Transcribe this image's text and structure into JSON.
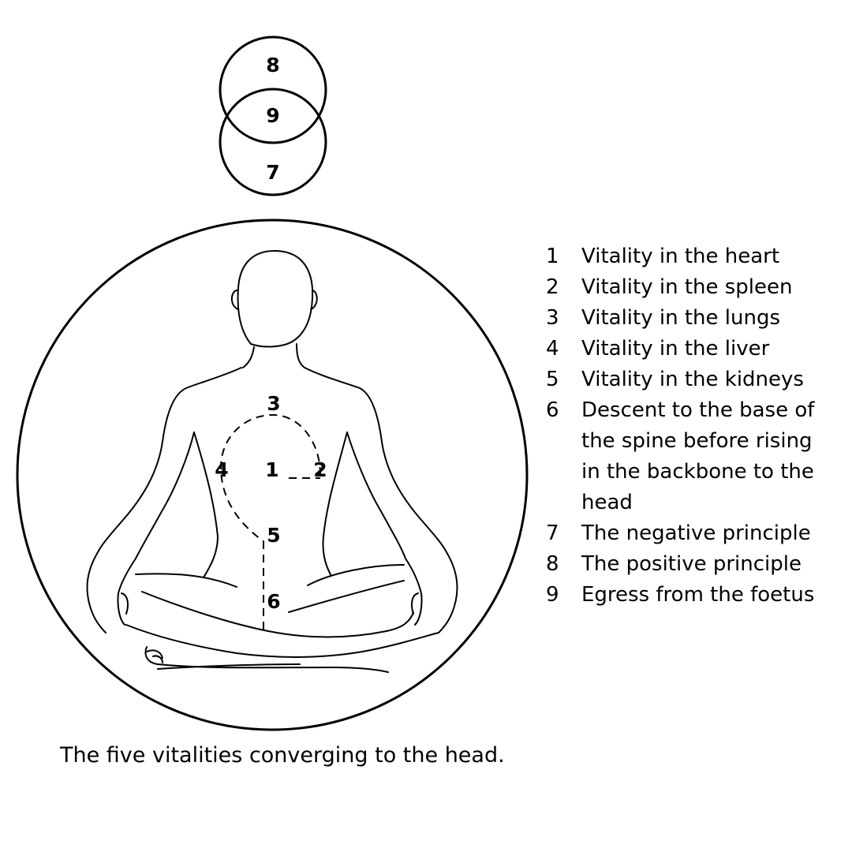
{
  "diagram": {
    "top_circles": {
      "upper_label": "8",
      "overlap_label": "9",
      "lower_label": "7"
    },
    "body_points": {
      "p1": "1",
      "p2": "2",
      "p3": "3",
      "p4": "4",
      "p5": "5",
      "p6": "6"
    }
  },
  "legend": [
    {
      "key": "1",
      "text": "Vitality in the heart"
    },
    {
      "key": "2",
      "text": "Vitality in the spleen"
    },
    {
      "key": "3",
      "text": "Vitality in the lungs"
    },
    {
      "key": "4",
      "text": "Vitality in the liver"
    },
    {
      "key": "5",
      "text": "Vitality in the kidneys"
    },
    {
      "key": "6",
      "text": "Descent to the base of\nthe spine before rising\nin the backbone to the\nhead"
    },
    {
      "key": "7",
      "text": "The negative principle"
    },
    {
      "key": "8",
      "text": "The positive principle"
    },
    {
      "key": "9",
      "text": "Egress from the foetus"
    }
  ],
  "caption": "The five vitalities converging to the head.",
  "colors": {
    "ink": "#000000",
    "background": "#ffffff"
  }
}
